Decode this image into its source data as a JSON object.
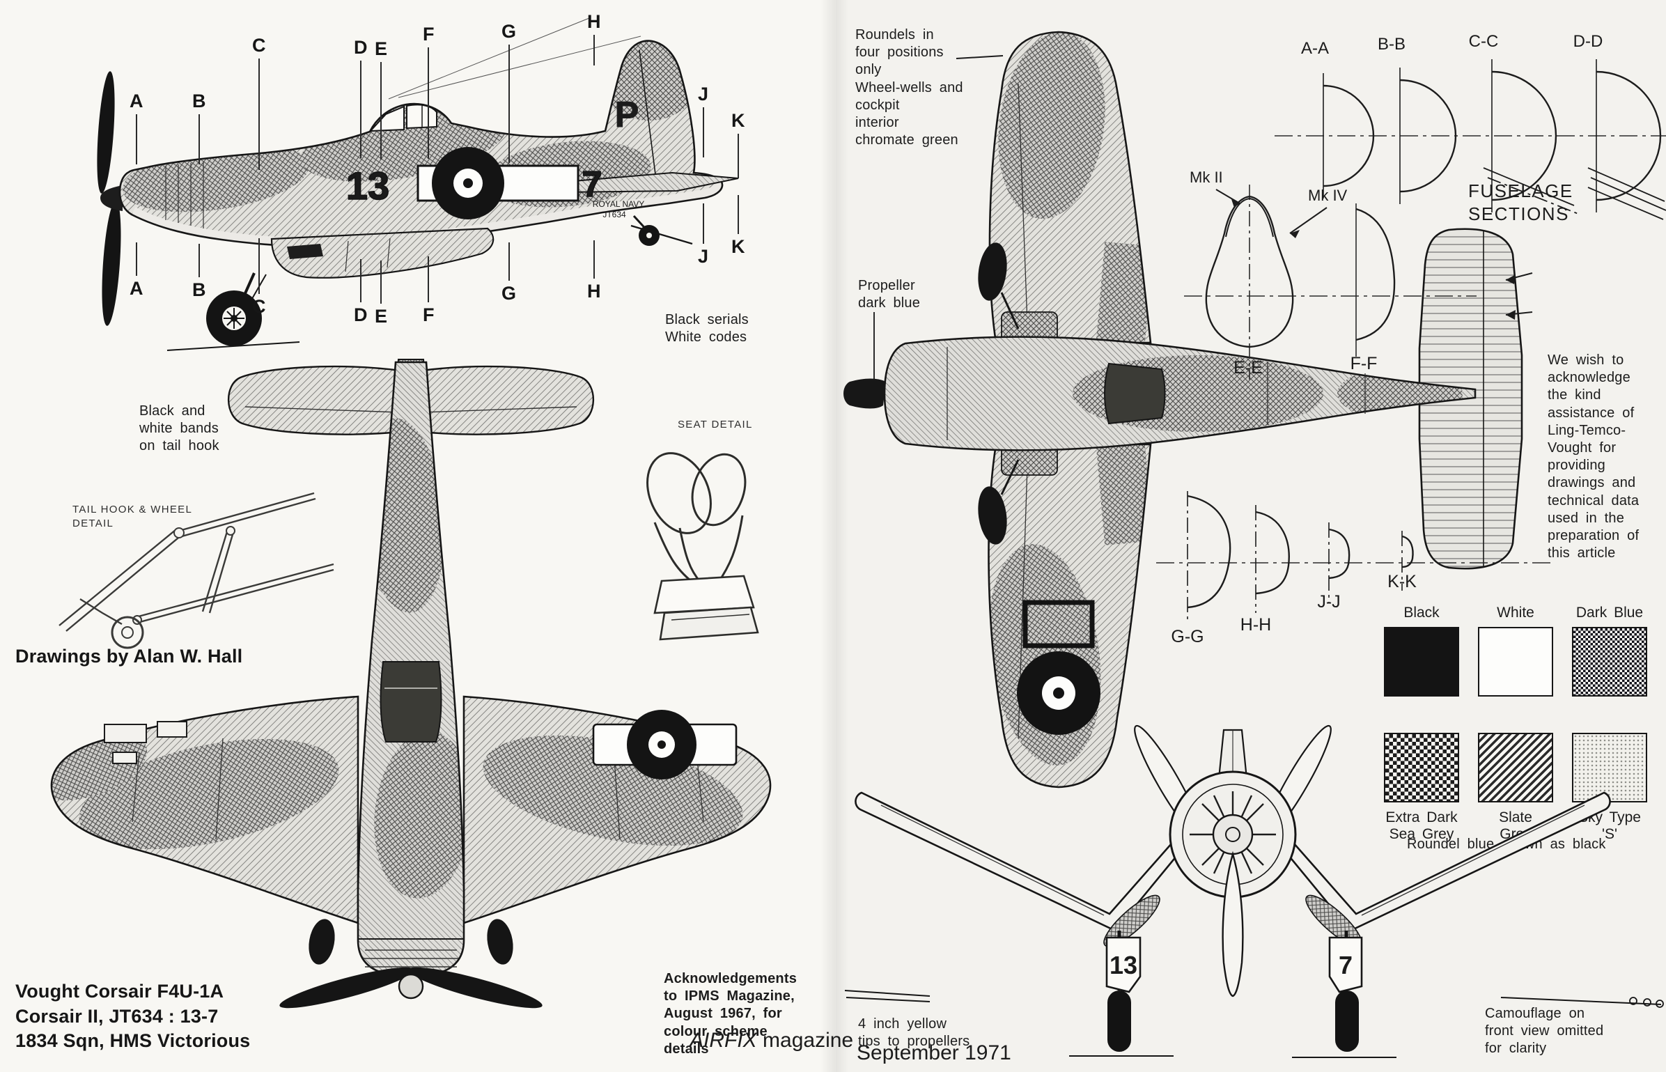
{
  "colors": {
    "paper": "#f8f7f3",
    "ink": "#1c1c1c"
  },
  "credit": "Drawings by Alan W. Hall",
  "title_block": "Vought Corsair F4U-1A\nCorsair II, JT634 : 13-7\n1834 Sqn, HMS Victorious",
  "acknowledgement": "Acknowledgements\nto IPMS Magazine,\nAugust 1967, for\ncolour scheme\ndetails",
  "magazine": {
    "name": "AIRFIX",
    "suffix": " magazine"
  },
  "issue_date": "September 1971",
  "callout_letters": {
    "a": "A",
    "b": "B",
    "c": "C",
    "d": "D",
    "e": "E",
    "f": "F",
    "g": "G",
    "h": "H",
    "j": "J",
    "k": "K"
  },
  "side_view": {
    "code_fwd": "13",
    "code_aft": "7",
    "tail_letter": "P",
    "serial_line1": "ROYAL NAVY",
    "serial_line2": "JT634",
    "note_serials": "Black serials\nWhite codes",
    "note_tail_bands": "Black and\nwhite bands\non tail hook"
  },
  "detail_labels": {
    "tail_hook": "TAIL HOOK & WHEEL\nDETAIL",
    "seat": "SEAT DETAIL"
  },
  "notes": {
    "roundels": "Roundels in\nfour positions\nonly\nWheel-wells and\ncockpit\ninterior\nchromate green",
    "propeller": "Propeller\ndark blue",
    "ltv": "We wish to\nacknowledge\nthe kind\nassistance of\nLing-Temco-\nVought for\nproviding\ndrawings and\ntechnical data\nused in the\npreparation of\nthis article",
    "prop_tips": "4 inch yellow\ntips to propellers",
    "front_camo": "Camouflage on\nfront view omitted\nfor clarity"
  },
  "sections": {
    "title": "FUSELAGE SECTIONS",
    "aa": "A-A",
    "bb": "B-B",
    "cc": "C-C",
    "dd": "D-D",
    "mk2": "Mk II",
    "mk4": "Mk IV",
    "ee": "E-E",
    "ff": "F-F",
    "gg": "G-G",
    "hh": "H-H",
    "jj": "J-J",
    "kk": "K-K"
  },
  "color_key": {
    "labels_top": [
      "Black",
      "White",
      "Dark Blue"
    ],
    "labels_bottom": [
      "Extra Dark\nSea Grey",
      "Slate\nGrey",
      "Sky Type\n'S'"
    ],
    "note": "Roundel blue shown as black"
  },
  "front_view": {
    "gear_left": "13",
    "gear_right": "7"
  }
}
